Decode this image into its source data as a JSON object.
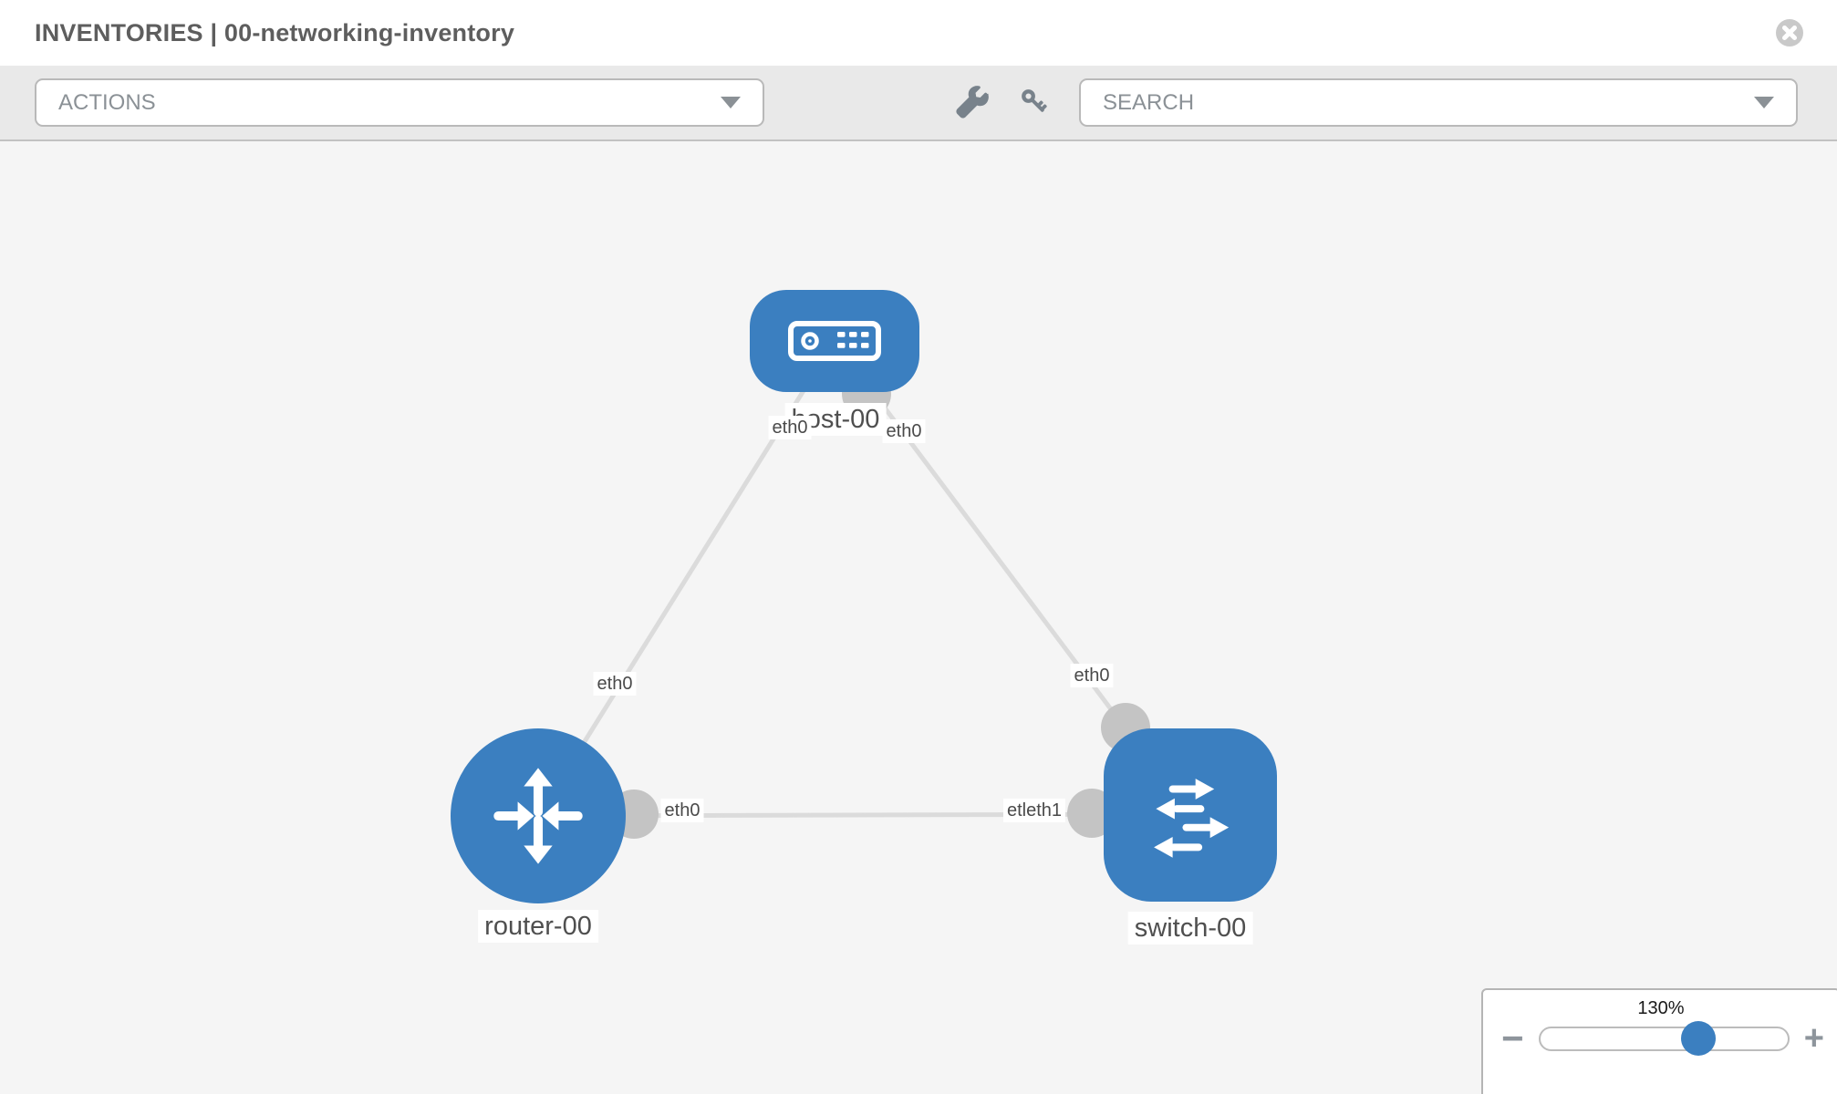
{
  "header": {
    "title": "INVENTORIES | 00-networking-inventory"
  },
  "toolbar": {
    "actions_label": "ACTIONS",
    "search_placeholder": "SEARCH"
  },
  "topology": {
    "nodes": [
      {
        "label": "host-00",
        "type": "host"
      },
      {
        "label": "router-00",
        "type": "router"
      },
      {
        "label": "switch-00",
        "type": "switch"
      }
    ],
    "interface_labels": [
      {
        "text": "eth0",
        "position": "below-host-left"
      },
      {
        "text": "eth0",
        "position": "below-host-right"
      },
      {
        "text": "eth0",
        "position": "host-router-link"
      },
      {
        "text": "eth0",
        "position": "host-switch-link"
      },
      {
        "text": "eth0",
        "position": "router-switch-link-near-router"
      },
      {
        "text": "etleth1",
        "position": "router-switch-link-near-switch"
      }
    ]
  },
  "zoom_control": {
    "level": "130%",
    "minus_label": "−",
    "plus_label": "+"
  },
  "colors": {
    "node_blue": "#3b7fc0",
    "link_gray": "#dbdbdb",
    "port_gray": "#c4c4c4",
    "toolbar_bg": "#e9e9e9",
    "canvas_bg": "#f5f5f5"
  }
}
